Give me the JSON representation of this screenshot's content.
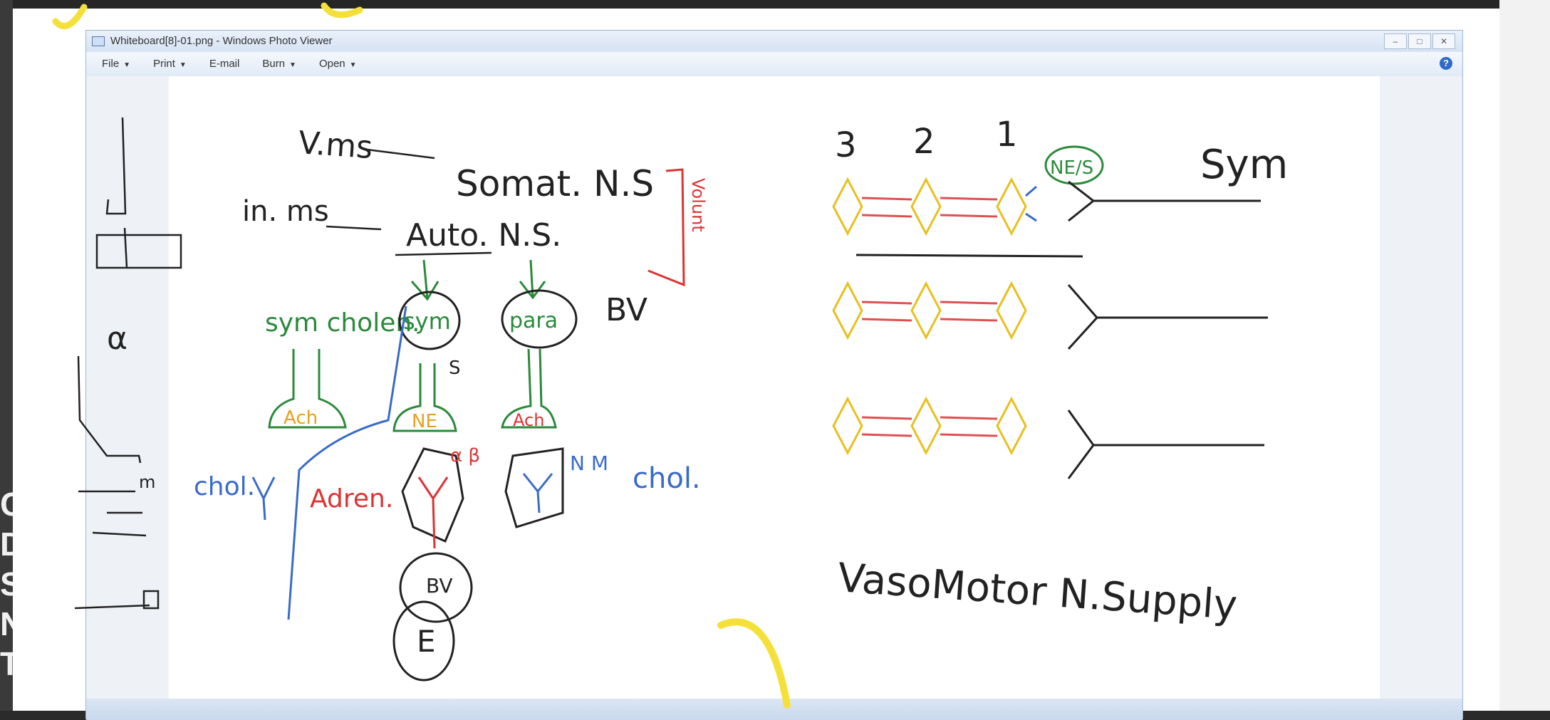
{
  "window": {
    "title": "Whiteboard[8]-01.png - Windows Photo Viewer",
    "controls": [
      "–",
      "□",
      "✕"
    ]
  },
  "menu": {
    "items": [
      {
        "label": "File",
        "has_dropdown": true
      },
      {
        "label": "Print",
        "has_dropdown": true
      },
      {
        "label": "E-mail",
        "has_dropdown": false
      },
      {
        "label": "Burn",
        "has_dropdown": true
      },
      {
        "label": "Open",
        "has_dropdown": true
      }
    ],
    "help": "?"
  },
  "left_letters": [
    "C",
    "D",
    "S",
    "N",
    "T"
  ],
  "whiteboard": {
    "left": {
      "v_ms": "V.ms",
      "somat": "Somat. N.S",
      "in_ms": "in. ms",
      "auto": "Auto. N.S.",
      "vertical_note": "Volunt",
      "bv": "BV",
      "sym_chol": "sym cholen.",
      "sym": "sym",
      "para": "para",
      "s_mark": "S",
      "ach": "Ach",
      "ne": "NE",
      "ach2": "Ach",
      "chol_left": "chol.",
      "adren": "Adren.",
      "alpha_beta": "α β",
      "nm": "N M",
      "chol_right": "chol.",
      "bv_e": "BV",
      "e": "E",
      "alpha": "α",
      "m_mark": "m"
    },
    "right": {
      "nums": [
        "3",
        "2",
        "1"
      ],
      "ne_label": "NE/S",
      "sym": "Sym",
      "caption": "VasoMotor N.Supply"
    }
  }
}
